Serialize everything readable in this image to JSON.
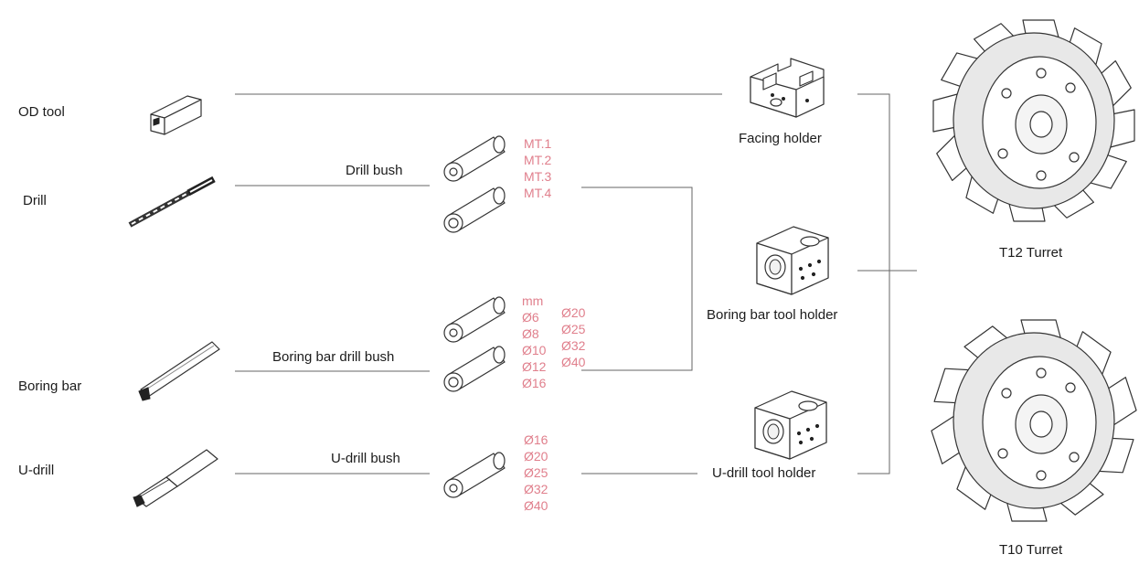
{
  "tools": {
    "od_tool": "OD tool",
    "drill": "Drill",
    "boring_bar": "Boring bar",
    "u_drill": "U-drill"
  },
  "bushes": {
    "drill_bush": "Drill bush",
    "boring_bar_drill_bush": "Boring bar drill bush",
    "u_drill_bush": "U-drill bush"
  },
  "specs": {
    "drill_bush": [
      "MT.1",
      "MT.2",
      "MT.3",
      "MT.4"
    ],
    "boring_bar_drill_bush": {
      "unit": "mm",
      "col1": [
        "Ø6",
        "Ø8",
        "Ø10",
        "Ø12",
        "Ø16"
      ],
      "col2": [
        "Ø20",
        "Ø25",
        "Ø32",
        "Ø40"
      ]
    },
    "u_drill_bush": [
      "Ø16",
      "Ø20",
      "Ø25",
      "Ø32",
      "Ø40"
    ]
  },
  "holders": {
    "facing": "Facing holder",
    "boring_bar_tool": "Boring bar tool holder",
    "u_drill_tool": "U-drill tool holder"
  },
  "turrets": {
    "t12": "T12 Turret",
    "t10": "T10 Turret"
  },
  "colors": {
    "spec_text": "#e07f8c",
    "line": "#666666"
  }
}
